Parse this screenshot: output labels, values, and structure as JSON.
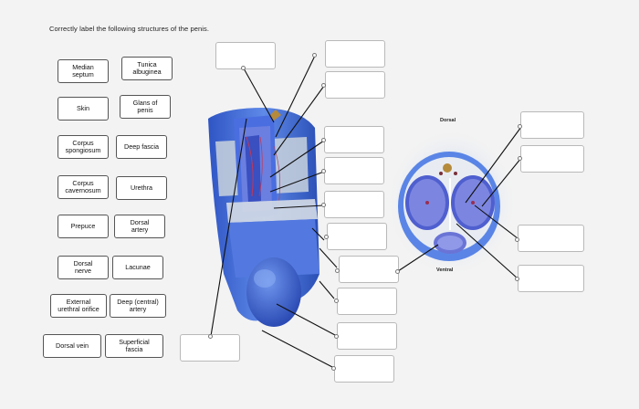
{
  "instruction": "Correctly label the following structures of the penis.",
  "terms": [
    "Median\nseptum",
    "Tunica\nalbuginea",
    "Skin",
    "Glans of\npenis",
    "Corpus\nspongiosum",
    "Deep fascia",
    "Corpus\ncavernosum",
    "Urethra",
    "Prepuce",
    "Dorsal\nartery",
    "Dorsal\nnerve",
    "Lacunae",
    "External\nurethral orifice",
    "Deep (central)\nartery",
    "Dorsal vein",
    "Superficial\nfascia"
  ],
  "orientation": {
    "dorsal": "Dorsal",
    "ventral": "Ventral"
  },
  "colors": {
    "tissue_blue": "#3f6fe0",
    "light_blue": "#8fb2f0",
    "erectile": "#6b74d8",
    "skin_shadow": "#2e4fb8"
  }
}
